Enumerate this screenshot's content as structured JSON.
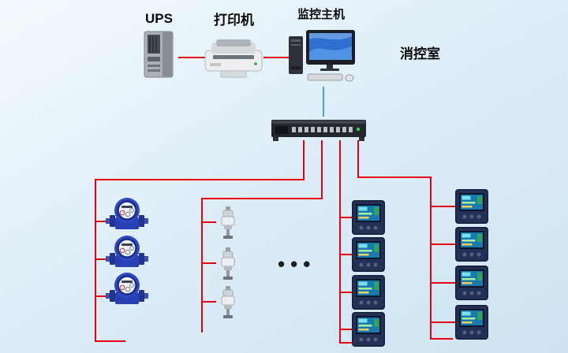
{
  "labels": {
    "ups": "UPS",
    "printer": "打印机",
    "host": "监控主机",
    "room": "消控室",
    "ellipsis": "•••"
  },
  "colors": {
    "line_red": "#e60012",
    "line_blue": "#4aa0d5",
    "background_top": "#f2f9fd",
    "background_bottom": "#cde3f1",
    "label_text": "#0a0a0a"
  },
  "diagram": {
    "type": "topology",
    "top_row_devices": [
      "UPS",
      "打印机",
      "监控主机"
    ],
    "branch_device_counts": {
      "water_meters": 3,
      "sensors": 3,
      "panel_meters_inner_column": 4,
      "panel_meters_outer_column": 4
    }
  }
}
